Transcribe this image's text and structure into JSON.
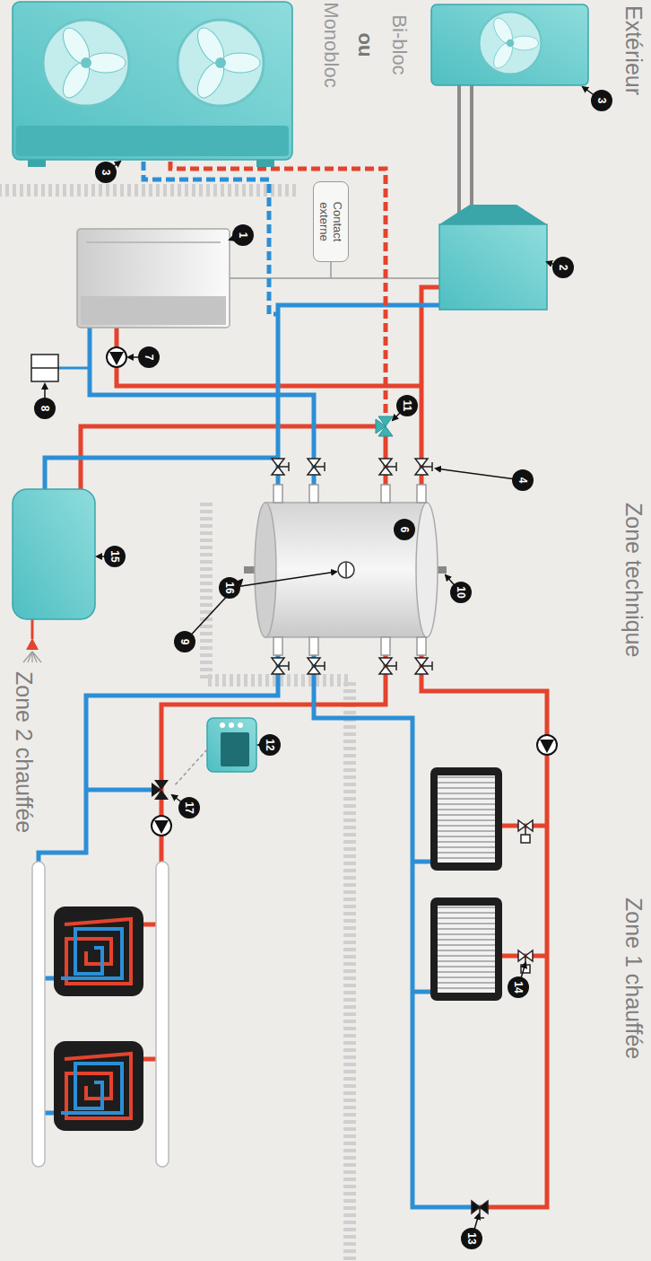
{
  "diagram": {
    "nodes": [
      {
        "text": [
          "Contact externe"
        ]
      }
    ],
    "labels": [
      "Extérieur",
      "Bi-bloc",
      "ou",
      "Monobloc",
      "3",
      "3",
      "Zone technique",
      "2",
      "1",
      "7",
      "8",
      "11",
      "4",
      "6",
      "10",
      "9",
      "16",
      "15",
      "Zone 1 chauffée",
      "14",
      "13",
      "Zone 2 chauffée",
      "12",
      "17"
    ]
  }
}
